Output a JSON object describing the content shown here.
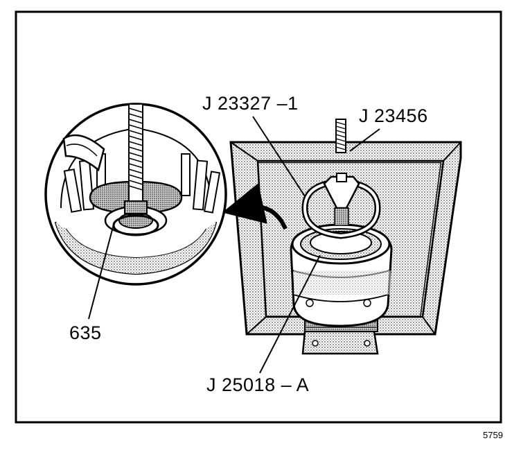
{
  "labels": {
    "tool_j23327": "J 23327 –1",
    "tool_j23456": "J 23456",
    "part_635": "635",
    "tool_j25018": "J 25018 – A"
  },
  "figure_code": "5759",
  "colors": {
    "ink": "#000000",
    "paper": "#ffffff",
    "stipple": "#c9c9c9"
  }
}
